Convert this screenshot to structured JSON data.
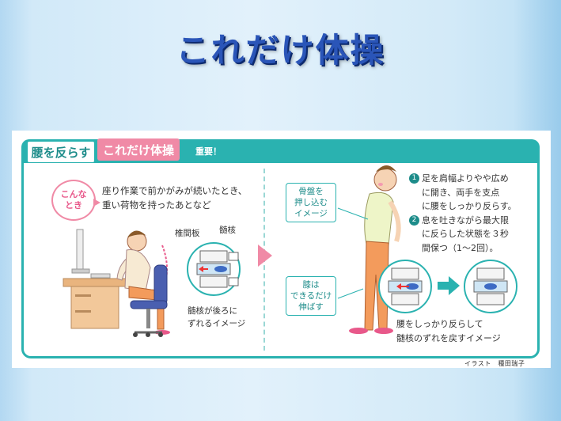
{
  "slide": {
    "title": "これだけ体操"
  },
  "card": {
    "tag_primary": "腰を反らす",
    "tag_secondary": "これだけ体操",
    "tag_important": "重要！",
    "left": {
      "bubble_line1": "こんな",
      "bubble_line2": "とき",
      "scenario_line1": "座り作業で前かがみが続いたとき、",
      "scenario_line2": "重い荷物を持ったあとなど",
      "label_disc": "椎間板",
      "label_nucleus": "髄核",
      "caption_line1": "髄核が後ろに",
      "caption_line2": "ずれるイメージ"
    },
    "right": {
      "pelvis_line1": "骨盤を",
      "pelvis_line2": "押し込む",
      "pelvis_line3": "イメージ",
      "knee_line1": "膝は",
      "knee_line2": "できるだけ",
      "knee_line3": "伸ばす",
      "step1_num": "1",
      "step1_line1": "足を肩幅よりやや広め",
      "step1_line2": "に開き、両手を支点",
      "step1_line3": "に腰をしっかり反らす。",
      "step2_num": "2",
      "step2_line1": "息を吐きながら最大限",
      "step2_line2": "に反らした状態を３秒",
      "step2_line3": "間保つ（1〜2回）。",
      "caption_line1": "腰をしっかり反らして",
      "caption_line2": "髄核のずれを戻すイメージ"
    },
    "credit": "イラスト　種田瑞子"
  },
  "colors": {
    "teal": "#2ab2b0",
    "pink": "#f08aa6",
    "title_blue": "#2a55b8"
  }
}
